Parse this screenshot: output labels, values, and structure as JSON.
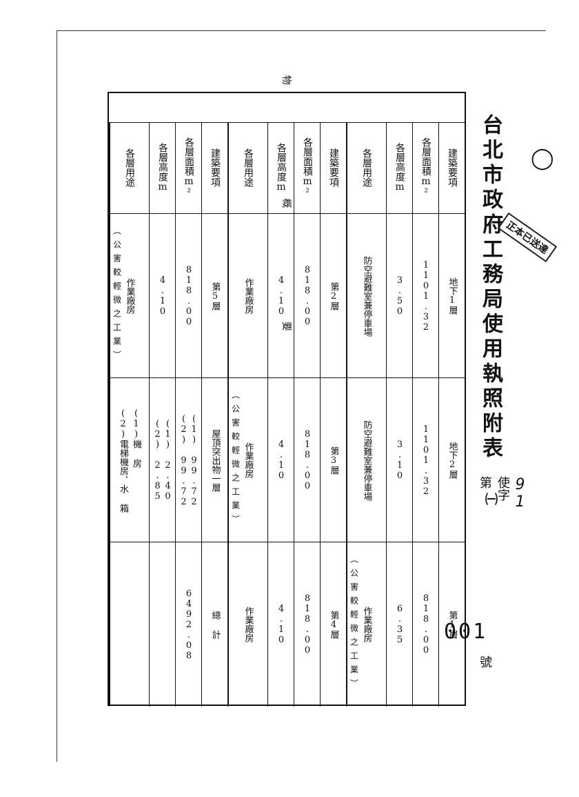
{
  "document": {
    "title": "台北市政府工務局使用執照附表",
    "title_sub": "㈠",
    "permit_year": "91",
    "permit_prefix": "使字第",
    "permit_number": "001",
    "permit_suffix": "號",
    "section_title": "建 築 物 概 要",
    "stamp_text": "正本已送達"
  },
  "labels": {
    "item": "建築要項",
    "area": "各層面積m²",
    "height": "各層高度m",
    "use": "各層用途"
  },
  "groups": [
    {
      "floors": [
        {
          "item": "地下1層",
          "area": "1101.32",
          "height": "3.50",
          "use": "防空避難室兼停車場"
        },
        {
          "item": "地下2層",
          "area": "1101.32",
          "height": "3.10",
          "use": "防空避難室兼停車場"
        },
        {
          "item": "第1層",
          "area": "818.00",
          "height": "6.35",
          "use": "作業廠房",
          "note": "（公害較輕微之工業）"
        }
      ]
    },
    {
      "floors": [
        {
          "item": "第2層",
          "area": "818.00",
          "height": "4.10",
          "use": "作業廠房"
        },
        {
          "item": "第3層",
          "area": "818.00",
          "height": "4.10",
          "use": "作業廠房"
        },
        {
          "item": "第4層",
          "area": "818.00",
          "height": "4.10",
          "use": "作業廠房"
        }
      ],
      "note": "（公害較輕微之工業）"
    },
    {
      "floors": [
        {
          "item": "第5層",
          "area": "818.00",
          "height": "4.10",
          "use": "作業廠房",
          "note": "（公害較輕微之工業）"
        },
        {
          "item": "屋頂突出物一層",
          "area": "(1) 99.72\n(2) 99.72",
          "height": "(1) 2.40\n(2) 2.85",
          "use": "(1)機 房\n(2)電梯機房．水 箱"
        },
        {
          "item": "總 計",
          "area": "6492.08",
          "height": "",
          "use": ""
        }
      ]
    }
  ]
}
